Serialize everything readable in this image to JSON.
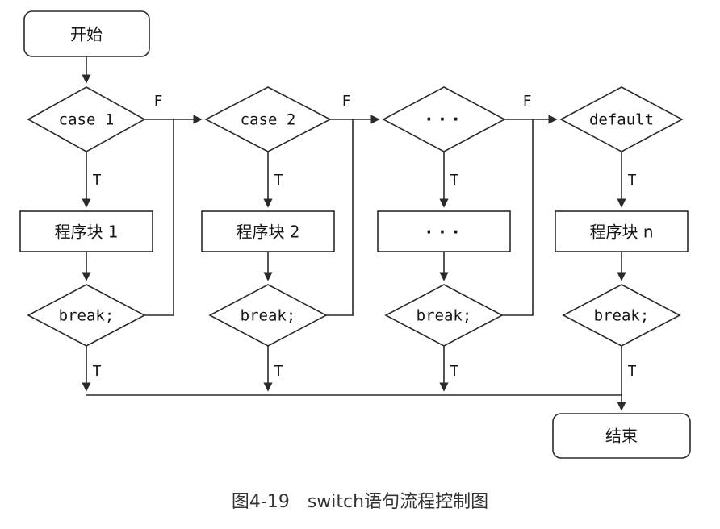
{
  "diagram": {
    "start_label": "开始",
    "end_label": "结束",
    "cases": [
      "case 1",
      "case 2",
      "···",
      "default"
    ],
    "blocks": [
      "程序块 1",
      "程序块 2",
      "···",
      "程序块 n"
    ],
    "break_label": "break;",
    "true_label": "T",
    "false_label": "F",
    "ink_color": "#2a2a2a",
    "background_color": "#ffffff"
  },
  "caption": "图4-19　switch语句流程控制图"
}
